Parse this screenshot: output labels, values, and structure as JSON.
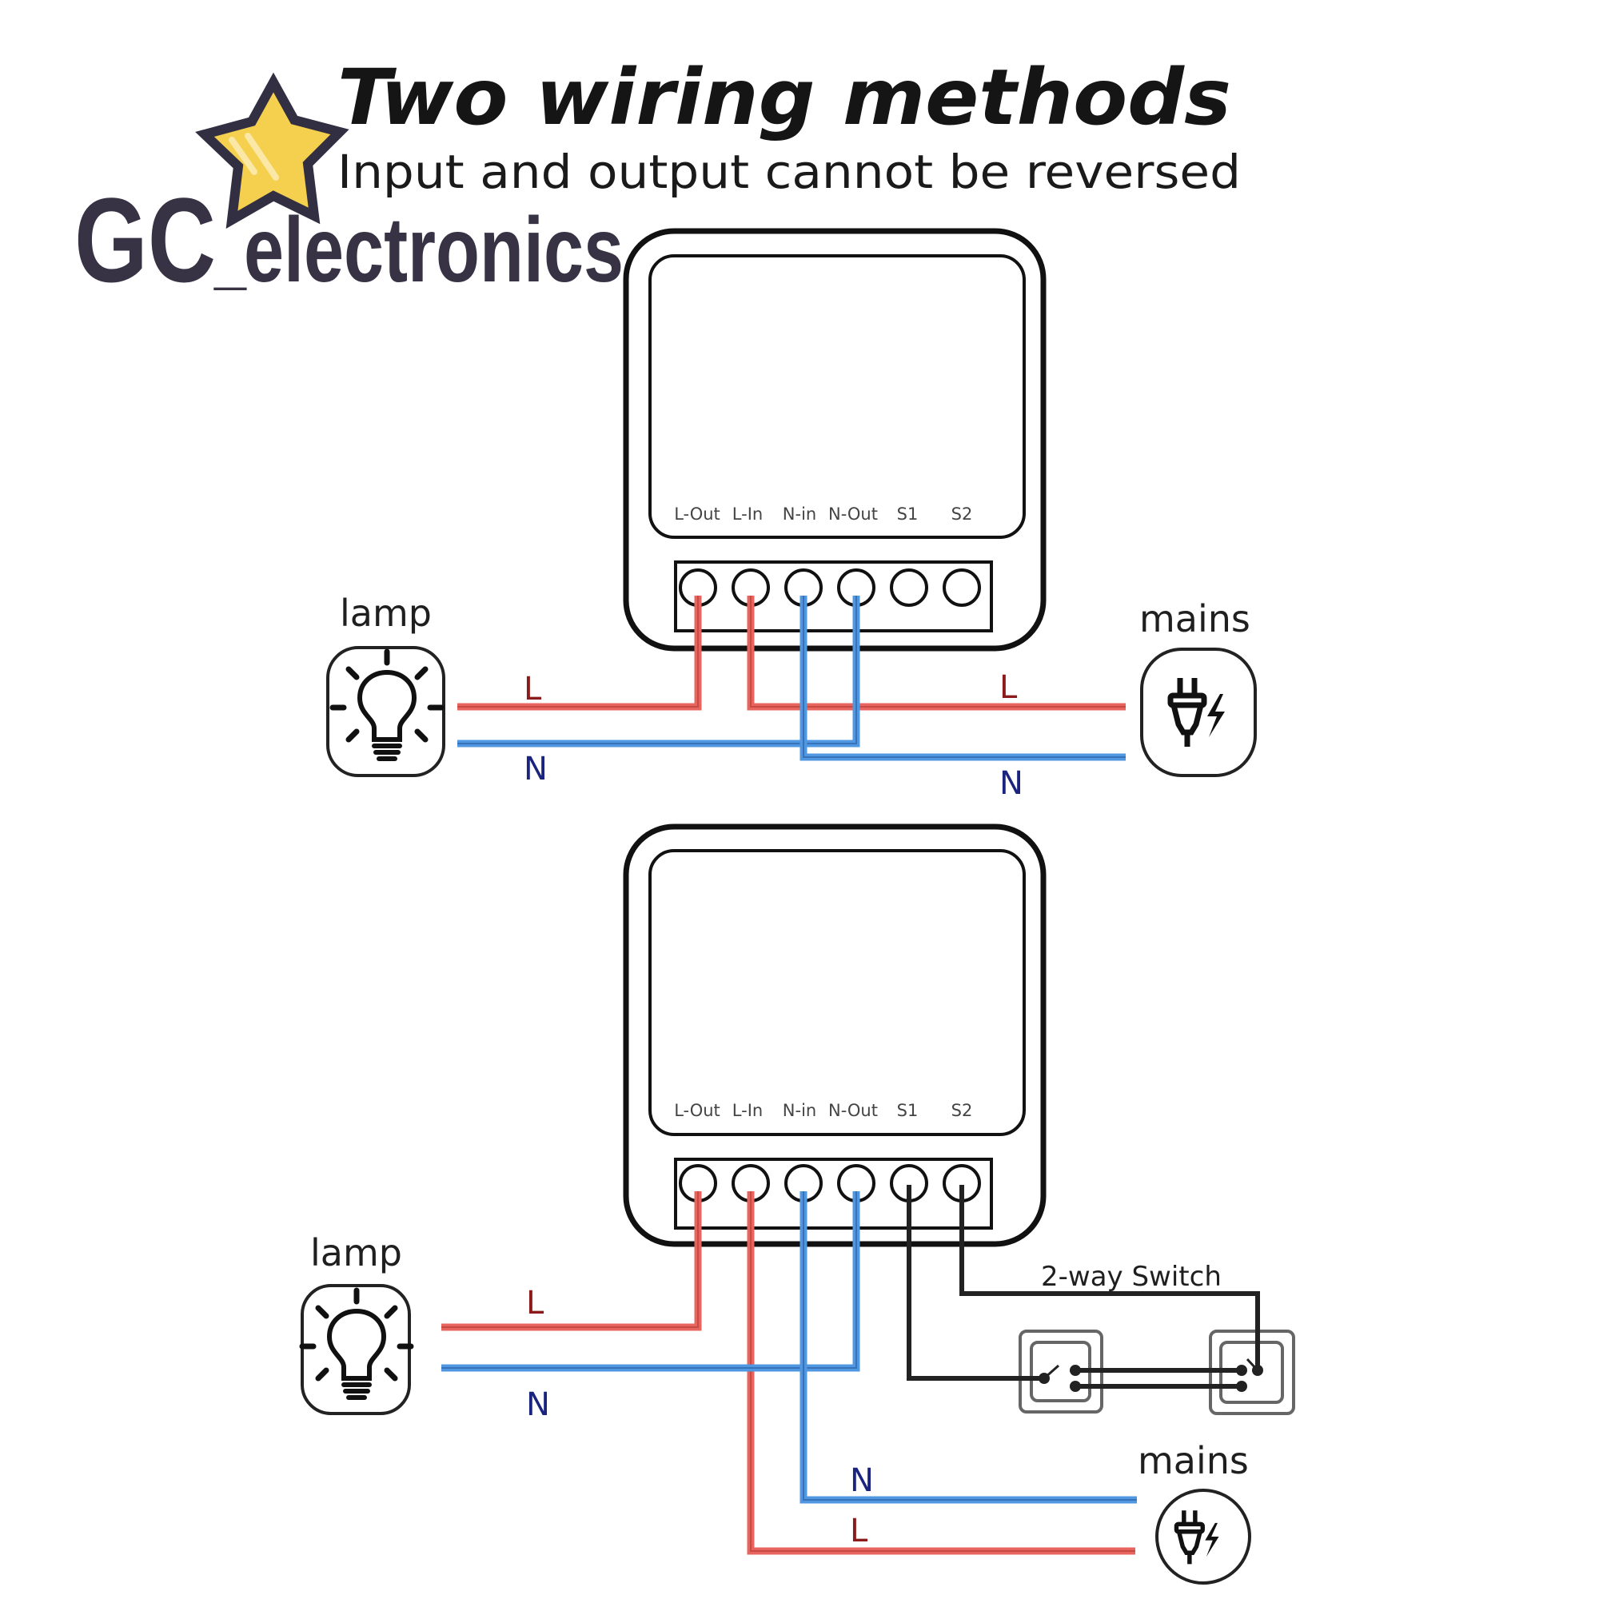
{
  "title": "Two wiring methods",
  "subtitle": "Input and output cannot be reversed",
  "logo": {
    "brand_prefix": "GC",
    "brand_separator": "_",
    "brand_suffix": "electronics",
    "icon": "star-icon",
    "star_fill": "#f5d04f",
    "star_stroke": "#332f43"
  },
  "colors": {
    "live_wire": "#e8655f",
    "live_wire_core": "#b8403b",
    "neutral_wire": "#4f97e0",
    "neutral_wire_core": "#2d63a8",
    "switch_wire": "#222222",
    "live_label": "#8b1a1a",
    "neutral_label": "#1a237e"
  },
  "terminals": [
    "L-Out",
    "L-In",
    "N-in",
    "N-Out",
    "S1",
    "S2"
  ],
  "diagrams": [
    {
      "name": "method-1",
      "load_label": "lamp",
      "load_icon": "lightbulb-icon",
      "source_label": "mains",
      "source_icon": "plug-icon",
      "wire_labels": {
        "lamp_live": "L",
        "lamp_neutral": "N",
        "mains_live": "L",
        "mains_neutral": "N"
      },
      "connections": [
        {
          "terminal": "L-Out",
          "to": "lamp",
          "wire": "L"
        },
        {
          "terminal": "L-In",
          "to": "mains",
          "wire": "L"
        },
        {
          "terminal": "N-in",
          "to": "mains",
          "wire": "N"
        },
        {
          "terminal": "N-Out",
          "to": "lamp",
          "wire": "N"
        }
      ]
    },
    {
      "name": "method-2",
      "load_label": "lamp",
      "load_icon": "lightbulb-icon",
      "source_label": "mains",
      "source_icon": "plug-icon",
      "switch_label": "2-way Switch",
      "switch_icon": "wall-switch-icon",
      "wire_labels": {
        "lamp_live": "L",
        "lamp_neutral": "N",
        "mains_live": "L",
        "mains_neutral": "N"
      },
      "connections": [
        {
          "terminal": "L-Out",
          "to": "lamp",
          "wire": "L"
        },
        {
          "terminal": "L-In",
          "to": "mains",
          "wire": "L"
        },
        {
          "terminal": "N-in",
          "to": "mains",
          "wire": "N"
        },
        {
          "terminal": "N-Out",
          "to": "lamp",
          "wire": "N"
        },
        {
          "terminal": "S1",
          "to": "2-way switch A",
          "wire": "S"
        },
        {
          "terminal": "S2",
          "to": "2-way switch B",
          "wire": "S"
        }
      ]
    }
  ]
}
